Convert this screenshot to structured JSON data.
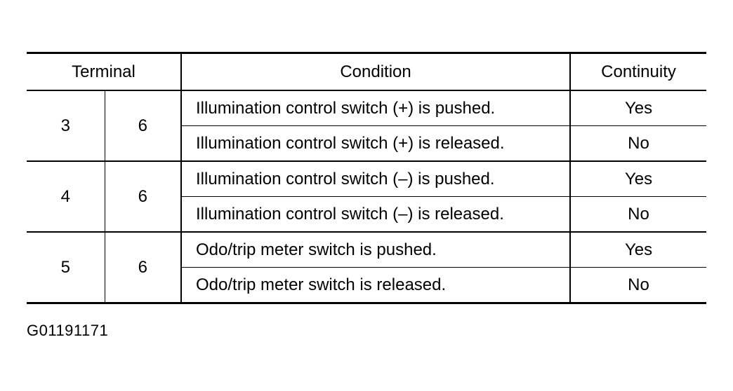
{
  "table": {
    "headers": {
      "terminal": "Terminal",
      "condition": "Condition",
      "continuity": "Continuity"
    },
    "groups": [
      {
        "terminal_a": "3",
        "terminal_b": "6",
        "rows": [
          {
            "condition": "Illumination control switch (+) is pushed.",
            "continuity": "Yes"
          },
          {
            "condition": "Illumination control switch (+) is released.",
            "continuity": "No"
          }
        ]
      },
      {
        "terminal_a": "4",
        "terminal_b": "6",
        "rows": [
          {
            "condition": "Illumination control switch (–) is pushed.",
            "continuity": "Yes"
          },
          {
            "condition": "Illumination control switch (–) is released.",
            "continuity": "No"
          }
        ]
      },
      {
        "terminal_a": "5",
        "terminal_b": "6",
        "rows": [
          {
            "condition": "Odo/trip meter switch is pushed.",
            "continuity": "Yes"
          },
          {
            "condition": "Odo/trip meter switch is released.",
            "continuity": "No"
          }
        ]
      }
    ]
  },
  "figure_id": "G01191171"
}
